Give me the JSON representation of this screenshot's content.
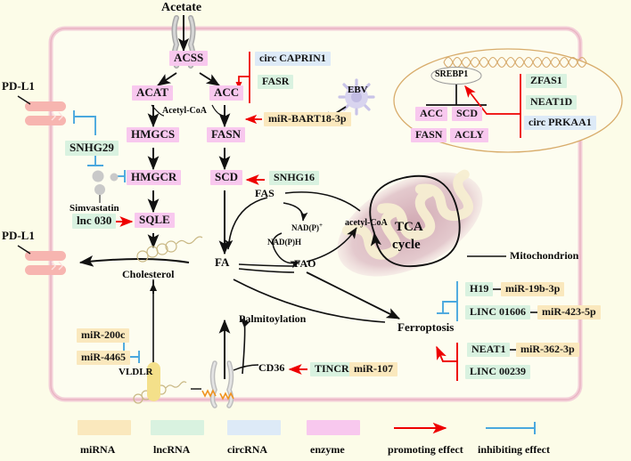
{
  "figure": {
    "background_color": "#fcfce8",
    "cell_membrane_color": "#f0c5cf",
    "cell_interior_color": "#fdfdf0",
    "nucleus_border_color": "#d9ab6a",
    "mitochondrion_color": "#dcbcc4"
  },
  "colors": {
    "enzyme": "#f8c8ee",
    "mirna": "#fae8bd",
    "lncrna": "#d9f2e0",
    "circrna": "#ddeaf7",
    "promoting": "#ee0000",
    "inhibiting": "#4aa8de",
    "arrow_black": "#111111"
  },
  "top": {
    "acetate": "Acetate",
    "transporter_icon": "membrane-channel-icon"
  },
  "cholesterol_branch": {
    "acss": "ACSS",
    "acat": "ACAT",
    "acetyl_coa": "Acetyl-CoA",
    "hmgcs": "HMGCS",
    "hmgcr": "HMGCR",
    "sqle": "SQLE",
    "cholesterol": "Cholesterol"
  },
  "fa_branch": {
    "acc": "ACC",
    "fasn": "FASN",
    "scd": "SCD",
    "fa": "FA",
    "fas": "FAS",
    "fao": "FAO",
    "nadp_plus": "NAD(P)",
    "nadp_plus_sup": "+",
    "nadph": "NAD(P)H",
    "acetyl_coa_mito": "acetyl-CoA",
    "tca_line1": "TCA",
    "tca_line2": "cycle",
    "palmitoylation": "Palmitoylation",
    "mitochondrion": "Mitochondrion"
  },
  "regulators": {
    "circ_caprin1": "circ CAPRIN1",
    "fasr": "FASR",
    "mir_bart18_3p": "miR-BART18-3p",
    "ebv": "EBV",
    "snhg29": "SNHG29",
    "simvastatin": "Simvastatin",
    "lnc_030": "lnc 030",
    "snhg16": "SNHG16",
    "tincr": "TINCR",
    "mir_107": "miR-107",
    "mir_200c": "miR-200c",
    "mir_4465": "miR-4465",
    "vldlr": "VLDLR",
    "cd36": "CD36",
    "pd_l1_top": "PD-L1",
    "pd_l1_bottom": "PD-L1"
  },
  "nucleus": {
    "srebp1": "SREBP1",
    "targets": [
      "ACC",
      "SCD",
      "FASN",
      "ACLY"
    ],
    "regulators": [
      "ZFAS1",
      "NEAT1D",
      "circ PRKAA1"
    ]
  },
  "ferroptosis": {
    "label": "Ferroptosis",
    "inhibit_pairs": [
      {
        "lnc": "H19",
        "mir": "miR-19b-3p"
      },
      {
        "lnc": "LINC 01606",
        "mir": "miR-423-5p"
      }
    ],
    "promote_pairs": [
      {
        "lnc": "NEAT1",
        "mir": "miR-362-3p"
      },
      {
        "lnc": "LINC 00239",
        "mir": ""
      }
    ]
  },
  "legend": {
    "items": [
      {
        "label": "miRNA",
        "swatch": "#fae8bd",
        "kind": "swatch"
      },
      {
        "label": "lncRNA",
        "swatch": "#d9f2e0",
        "kind": "swatch"
      },
      {
        "label": "circRNA",
        "swatch": "#ddeaf7",
        "kind": "swatch"
      },
      {
        "label": "enzyme",
        "swatch": "#f8c8ee",
        "kind": "swatch"
      },
      {
        "label": "promoting effect",
        "swatch": "#ee0000",
        "kind": "arrow"
      },
      {
        "label": "inhibiting effect",
        "swatch": "#4aa8de",
        "kind": "bar"
      }
    ]
  }
}
